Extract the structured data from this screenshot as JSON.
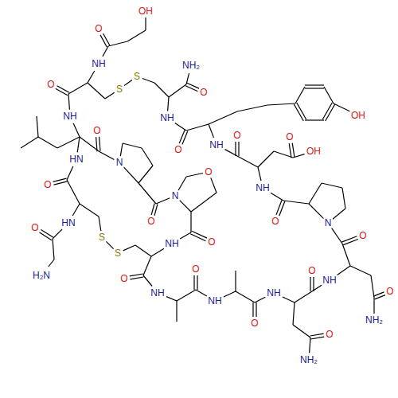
{
  "diagram": {
    "labels": [
      "OH",
      "O",
      "NH",
      "S",
      "S",
      "NH₂",
      "O",
      "NH",
      "O",
      "OH",
      "NH",
      "O",
      "O",
      "OH",
      "NH",
      "O",
      "N",
      "O",
      "O",
      "NH",
      "O",
      "N",
      "HN",
      "O",
      "HN",
      "O",
      "H₂N",
      "S",
      "S",
      "N",
      "O",
      "O",
      "O",
      "NH",
      "O",
      "NH",
      "O",
      "NH",
      "O",
      "NH",
      "O",
      "NH",
      "O",
      "NH₂",
      "O",
      "NH₂"
    ]
  }
}
